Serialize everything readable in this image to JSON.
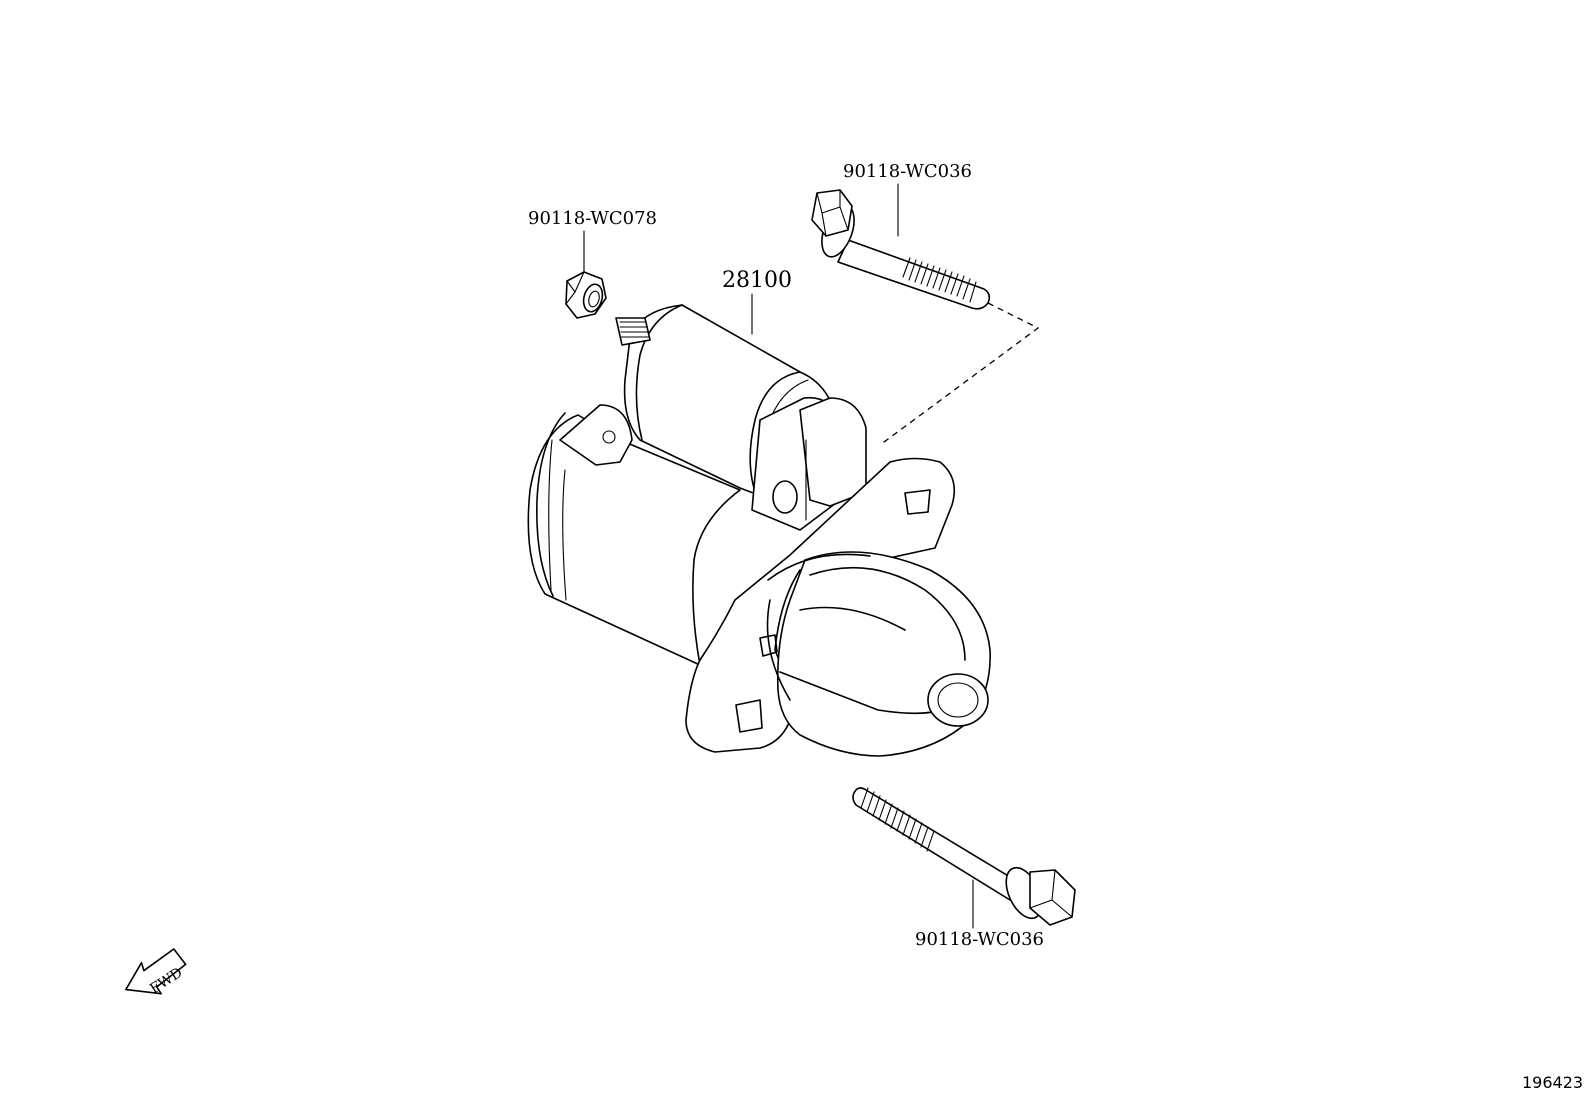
{
  "diagram": {
    "callouts": {
      "starter": "28100",
      "nut": "90118-WC078",
      "bolt_upper": "90118-WC036",
      "bolt_lower": "90118-WC036"
    },
    "fwd_arrow_label": "FWD",
    "illustration_id": "196423"
  }
}
